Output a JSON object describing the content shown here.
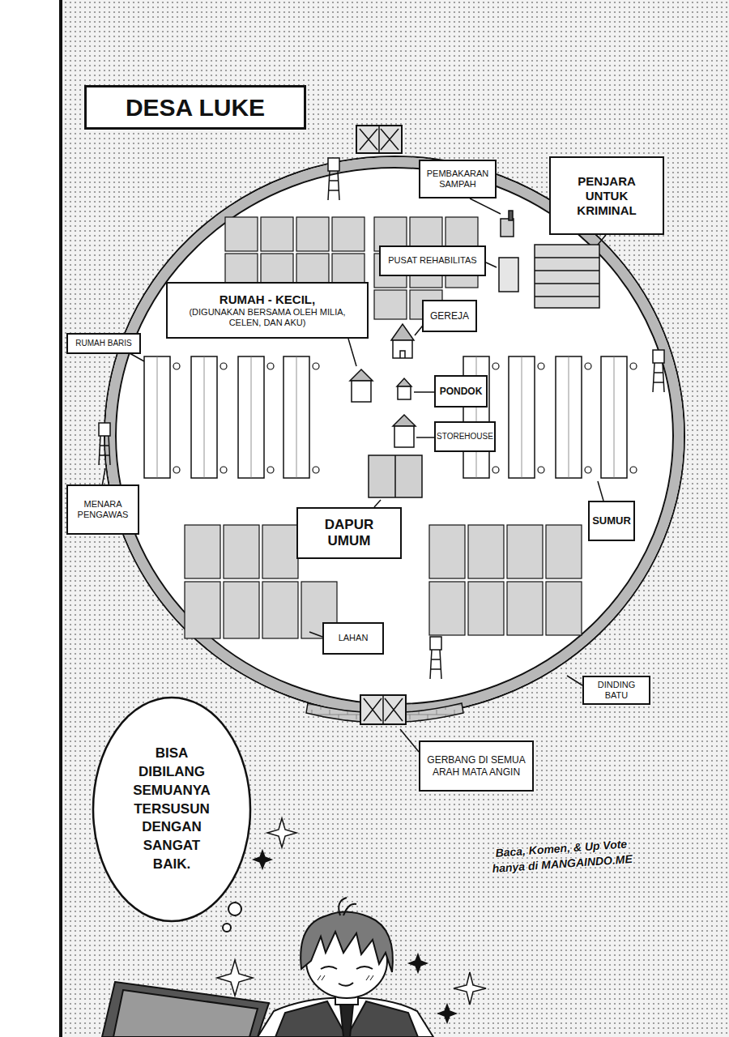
{
  "diagram": {
    "title": "DESA LUKE",
    "nodes": [
      {
        "text": [
          "PEMBAKARAN SAMPAH"
        ]
      },
      {
        "text": [
          "PENJARA UNTUK KRIMINAL"
        ]
      },
      {
        "text": [
          "PUSAT REHABILITAS"
        ]
      },
      {
        "text": [
          "RUMAH - KECIL,",
          "(DIGUNAKAN BERSAMA OLEH MILIA, CELEN, DAN AKU)"
        ]
      },
      {
        "text": [
          "GEREJA"
        ]
      },
      {
        "text": [
          "RUMAH BARIS"
        ]
      },
      {
        "text": [
          "PONDOK"
        ]
      },
      {
        "text": [
          "STOREHOUSE"
        ]
      },
      {
        "text": [
          "MENARA PENGAWAS"
        ]
      },
      {
        "text": [
          "DAPUR UMUM"
        ]
      },
      {
        "text": [
          "SUMUR"
        ]
      },
      {
        "text": [
          "LAHAN"
        ]
      },
      {
        "text": [
          "DINDING BATU"
        ]
      },
      {
        "text": [
          "GERBANG DI SEMUA ARAH MATA ANGIN"
        ]
      },
      {
        "text": [
          "BISA DIBILANG SEMUANYA TERSUSUN DENGAN SANGAT BAIK."
        ]
      }
    ],
    "labels": [
      "Baca, Komen, & Up Vote hanya di MANGAINDO.ME"
    ]
  }
}
